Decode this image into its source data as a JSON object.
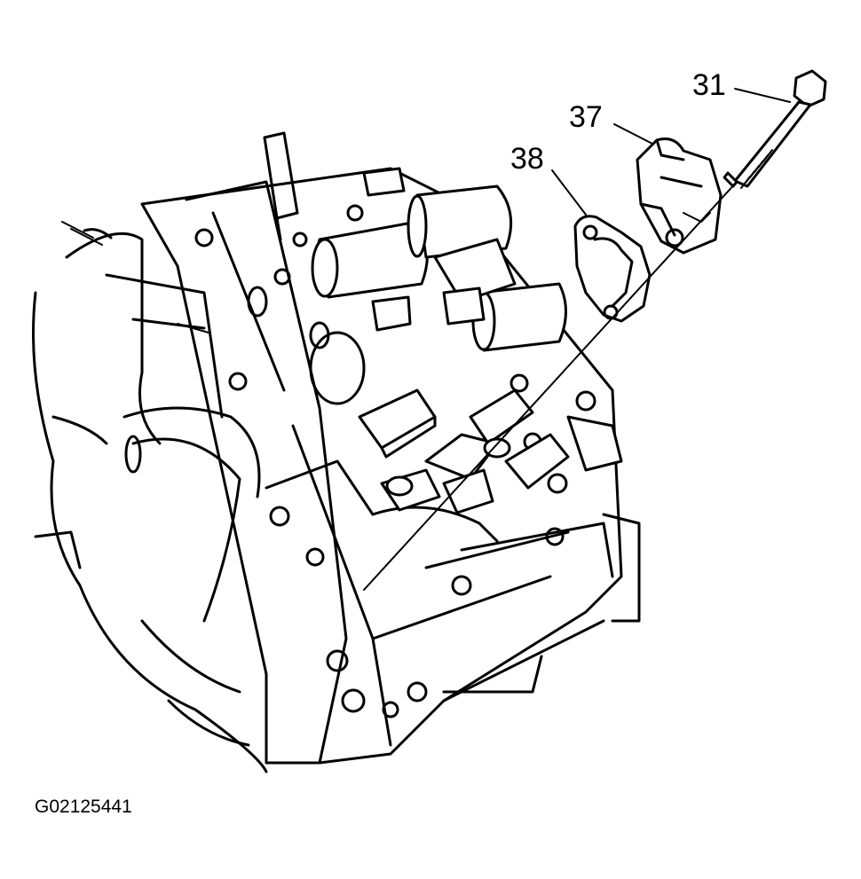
{
  "callouts": [
    {
      "id": "bolt",
      "label": "31"
    },
    {
      "id": "cover",
      "label": "37"
    },
    {
      "id": "gasket",
      "label": "38"
    }
  ],
  "figure_id": "G02125441",
  "colors": {
    "ink": "#000000",
    "paper": "#ffffff"
  }
}
